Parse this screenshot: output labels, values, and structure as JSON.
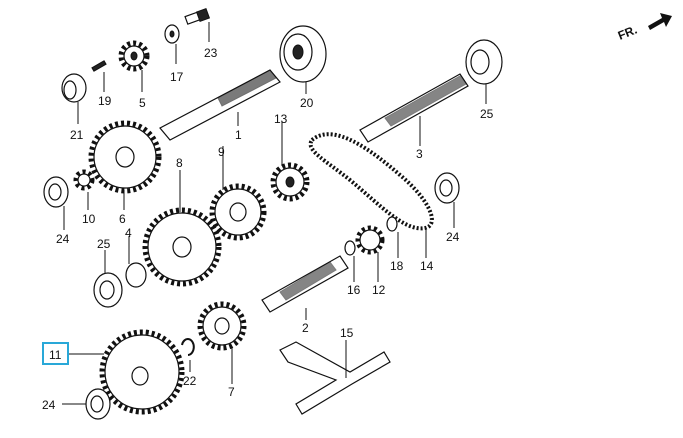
{
  "orientation_label": "FR.",
  "highlighted_part": "11",
  "callouts": {
    "p1": "1",
    "p2": "2",
    "p3": "3",
    "p4": "4",
    "p5": "5",
    "p6": "6",
    "p7": "7",
    "p8": "8",
    "p9": "9",
    "p10": "10",
    "p11": "11",
    "p12": "12",
    "p13": "13",
    "p14": "14",
    "p15": "15",
    "p16": "16",
    "p17": "17",
    "p18": "18",
    "p19": "19",
    "p20": "20",
    "p21": "21",
    "p22": "22",
    "p23": "23",
    "p24a": "24",
    "p24b": "24",
    "p24c": "24",
    "p25a": "25",
    "p25b": "25"
  },
  "colors": {
    "highlight": "#29a8d8",
    "line": "#111111"
  },
  "icons": [
    "front-direction-arrow-icon"
  ]
}
